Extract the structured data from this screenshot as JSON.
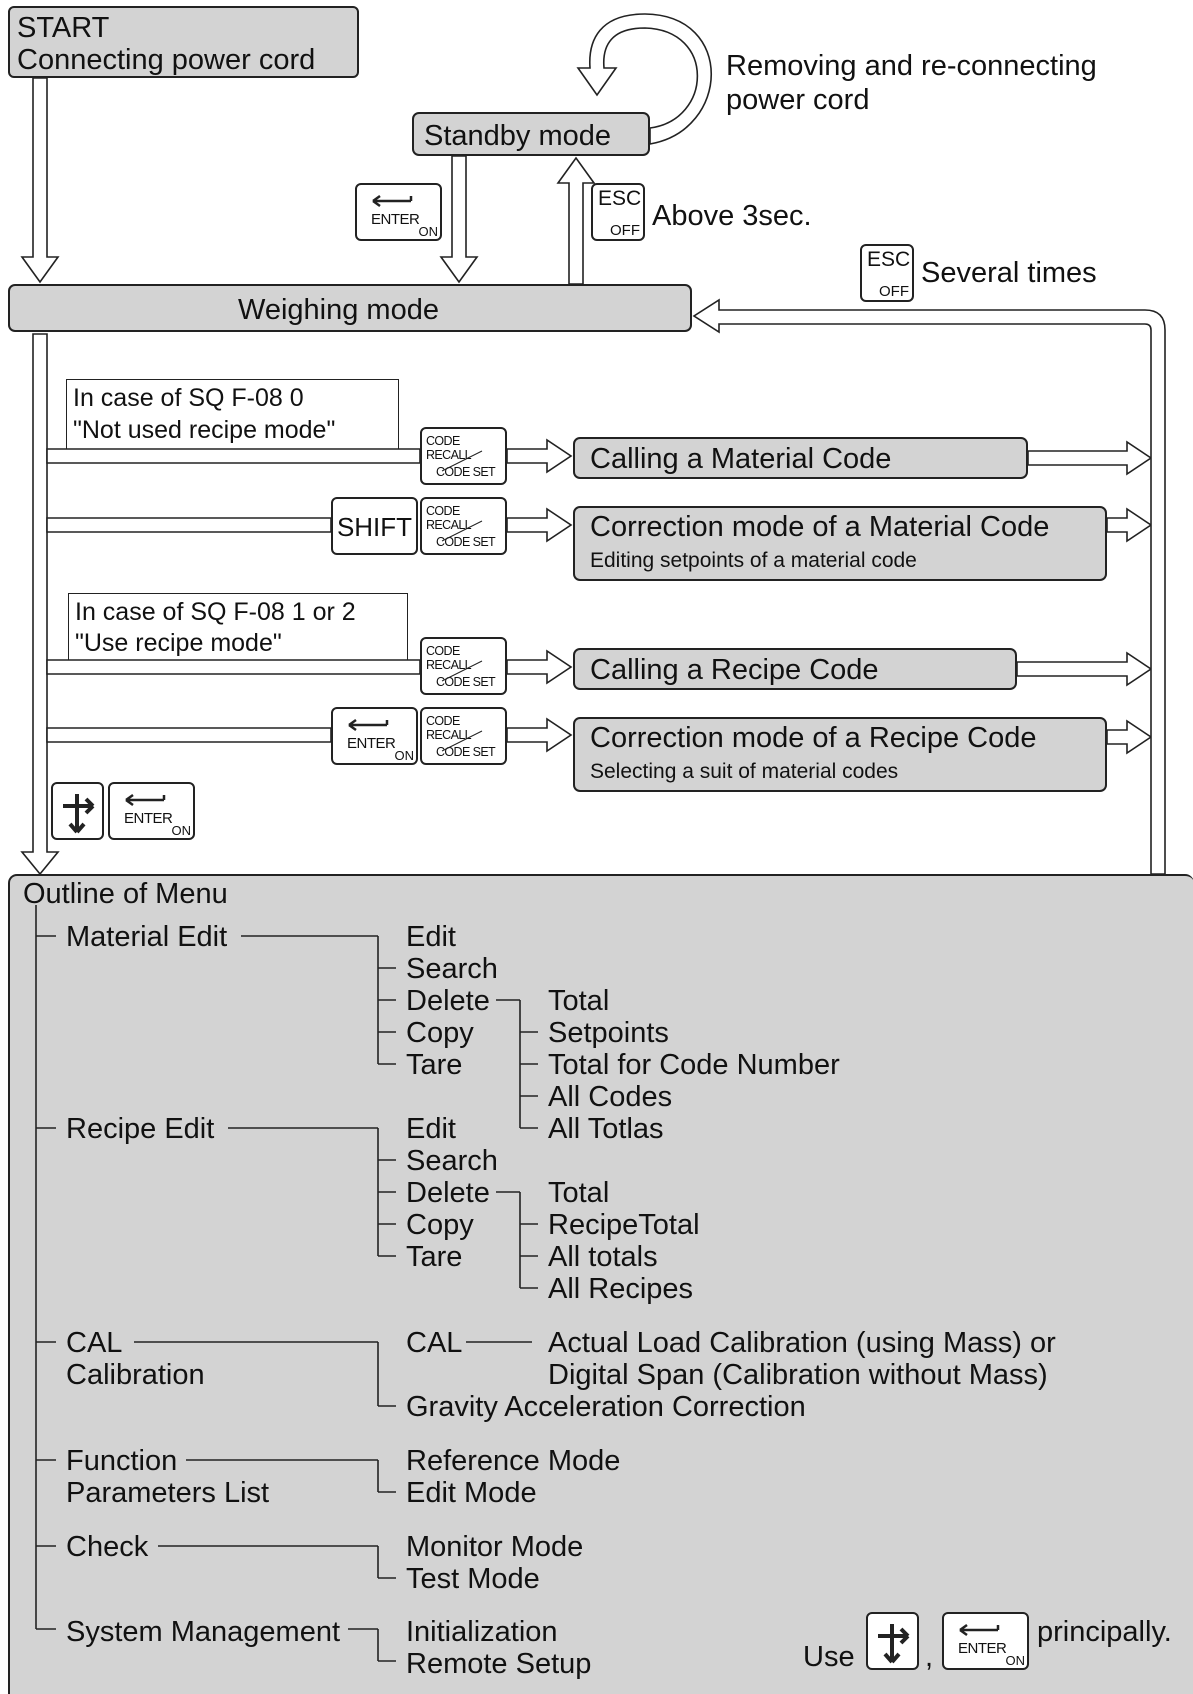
{
  "start": {
    "line1": "START",
    "line2": "Connecting power cord"
  },
  "standby": {
    "label": "Standby mode",
    "loop_note_line1": "Removing and re-connecting",
    "loop_note_line2": "power cord"
  },
  "esc_hold_note": "Above 3sec.",
  "esc_several_note": "Several times",
  "weighing": {
    "label": "Weighing mode"
  },
  "keys": {
    "esc_top": "ESC",
    "esc_bottom": "OFF",
    "enter_top": "ENTER",
    "enter_sub": "ON",
    "code_recall": "CODE RECALL",
    "code_set": "CODE SET",
    "shift": "SHIFT"
  },
  "case_not_used": {
    "line1": "In case of SQ F-08 0",
    "line2": "\"Not used recipe mode\""
  },
  "case_use": {
    "line1": "In case of SQ F-08 1 or 2",
    "line2": "\"Use recipe mode\""
  },
  "modes": {
    "calling_material": "Calling a Material Code",
    "correction_material_title": "Correction mode of a Material Code",
    "correction_material_sub": "Editing setpoints of a material code",
    "calling_recipe": "Calling a Recipe Code",
    "correction_recipe_title": "Correction mode of a Recipe Code",
    "correction_recipe_sub": "Selecting a suit of material codes"
  },
  "menu": {
    "title": "Outline of Menu",
    "material_edit": {
      "label": "Material Edit",
      "items": [
        "Edit",
        "Search",
        "Delete",
        "Copy",
        "Tare"
      ],
      "delete_items": [
        "Total",
        "Setpoints",
        "Total for Code Number",
        "All Codes",
        "All Totlas"
      ]
    },
    "recipe_edit": {
      "label": "Recipe Edit",
      "items": [
        "Edit",
        "Search",
        "Delete",
        "Copy",
        "Tare"
      ],
      "delete_items": [
        "Total",
        "RecipeTotal",
        "All totals",
        "All Recipes"
      ]
    },
    "cal": {
      "label1": "CAL",
      "label2": "Calibration",
      "item1": "CAL",
      "cal_sub1": "Actual Load Calibration (using Mass) or",
      "cal_sub2": "Digital Span (Calibration without Mass)",
      "item2": "Gravity Acceleration Correction"
    },
    "function": {
      "label1": "Function",
      "label2": "Parameters List",
      "items": [
        "Reference Mode",
        "Edit Mode"
      ]
    },
    "check": {
      "label": "Check",
      "items": [
        "Monitor Mode",
        "Test Mode"
      ]
    },
    "system": {
      "label": "System Management",
      "items": [
        "Initialization",
        "Remote Setup"
      ]
    },
    "note_use": "Use",
    "note_comma": ",",
    "note_principally": "principally."
  }
}
